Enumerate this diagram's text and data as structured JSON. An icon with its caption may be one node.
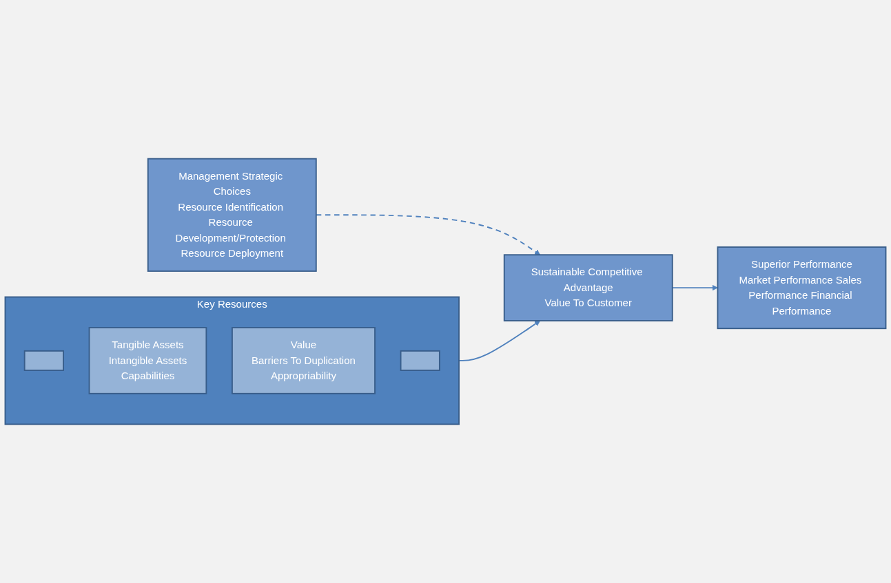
{
  "diagram": {
    "nodes": [
      {
        "text": [
          "Management Strategic Choices",
          "Resource Identification Resource Development/Protection Resource Deployment"
        ]
      },
      {
        "text": [
          "Key Resources"
        ]
      },
      {
        "text": [],
        "shape": "box",
        "in": 1
      },
      {
        "text": [
          "Tangible Assets",
          "Intangible Assets",
          "Capabilities"
        ],
        "in": 1
      },
      {
        "text": [
          "Value",
          "Barriers To Duplication",
          "Appropriability"
        ],
        "in": 1
      },
      {
        "text": [],
        "shape": "box",
        "in": 1
      },
      {
        "text": [
          "Sustainable Competitive Advantage",
          "Value To Customer"
        ]
      },
      {
        "text": [
          "Superior Performance",
          "Market Performance Sales Performance Financial Performance"
        ]
      }
    ],
    "edges": [
      {
        "from": 0,
        "to": 6,
        "arrow": "to",
        "style": "dashed"
      },
      {
        "from": 1,
        "to": 6,
        "arrow": "to"
      },
      {
        "from": 6,
        "to": 7,
        "arrow": "to"
      }
    ]
  }
}
